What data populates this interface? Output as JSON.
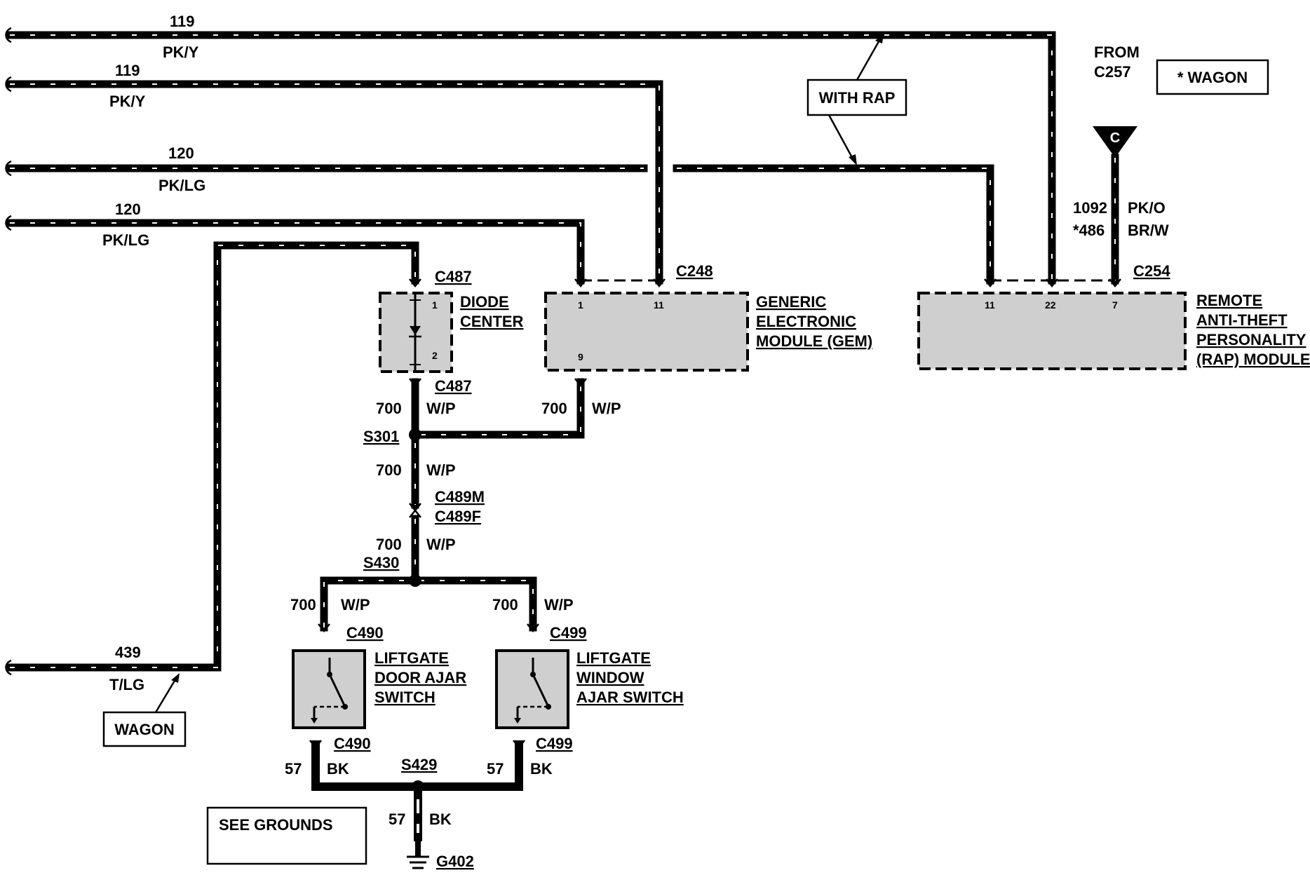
{
  "wires": {
    "w119a_num": "119",
    "w119a_color": "PK/Y",
    "w119b_num": "119",
    "w119b_color": "PK/Y",
    "w120a_num": "120",
    "w120a_color": "PK/LG",
    "w120b_num": "120",
    "w120b_color": "PK/LG",
    "w439_num": "439",
    "w439_color": "T/LG",
    "w1092_num": "1092",
    "w1092_color": "PK/O",
    "w486_num": "*486",
    "w486_color": "BR/W",
    "w700_a_num": "700",
    "w700_a_color": "W/P",
    "w700_b_num": "700",
    "w700_b_color": "W/P",
    "w700_c_num": "700",
    "w700_c_color": "W/P",
    "w700_d_num": "700",
    "w700_d_color": "W/P",
    "w700_e_num": "700",
    "w700_e_color": "W/P",
    "w700_f_num": "700",
    "w700_f_color": "W/P",
    "w57_a_num": "57",
    "w57_a_color": "BK",
    "w57_b_num": "57",
    "w57_b_color": "BK",
    "w57_c_num": "57",
    "w57_c_color": "BK"
  },
  "connectors": {
    "c487_top": "C487",
    "c487_bot": "C487",
    "c248": "C248",
    "c254": "C254",
    "c489m": "C489M",
    "c489f": "C489F",
    "c490_top": "C490",
    "c490_bot": "C490",
    "c499_top": "C499",
    "c499_bot": "C499"
  },
  "splices": {
    "s301": "S301",
    "s430": "S430",
    "s429": "S429"
  },
  "ground": "G402",
  "from_label": [
    "FROM",
    "C257"
  ],
  "connector_c_letter": "C",
  "notes": {
    "with_rap": "WITH RAP",
    "wagon_star": "*  WAGON",
    "wagon": "WAGON",
    "see_grounds": "SEE GROUNDS"
  },
  "components": {
    "diode_center": [
      "DIODE",
      "CENTER"
    ],
    "gem": [
      "GENERIC",
      "ELECTRONIC",
      "MODULE (GEM)"
    ],
    "rap": [
      "REMOTE",
      "ANTI-THEFT",
      "PERSONALITY",
      "(RAP) MODULE"
    ],
    "liftgate_door": [
      "LIFTGATE",
      "DOOR AJAR",
      "SWITCH"
    ],
    "liftgate_window": [
      "LIFTGATE",
      "WINDOW",
      "AJAR SWITCH"
    ]
  },
  "pins": {
    "diode_1": "1",
    "diode_2": "2",
    "gem_1": "1",
    "gem_11": "11",
    "gem_9": "9",
    "rap_11": "11",
    "rap_22": "22",
    "rap_7": "7"
  }
}
